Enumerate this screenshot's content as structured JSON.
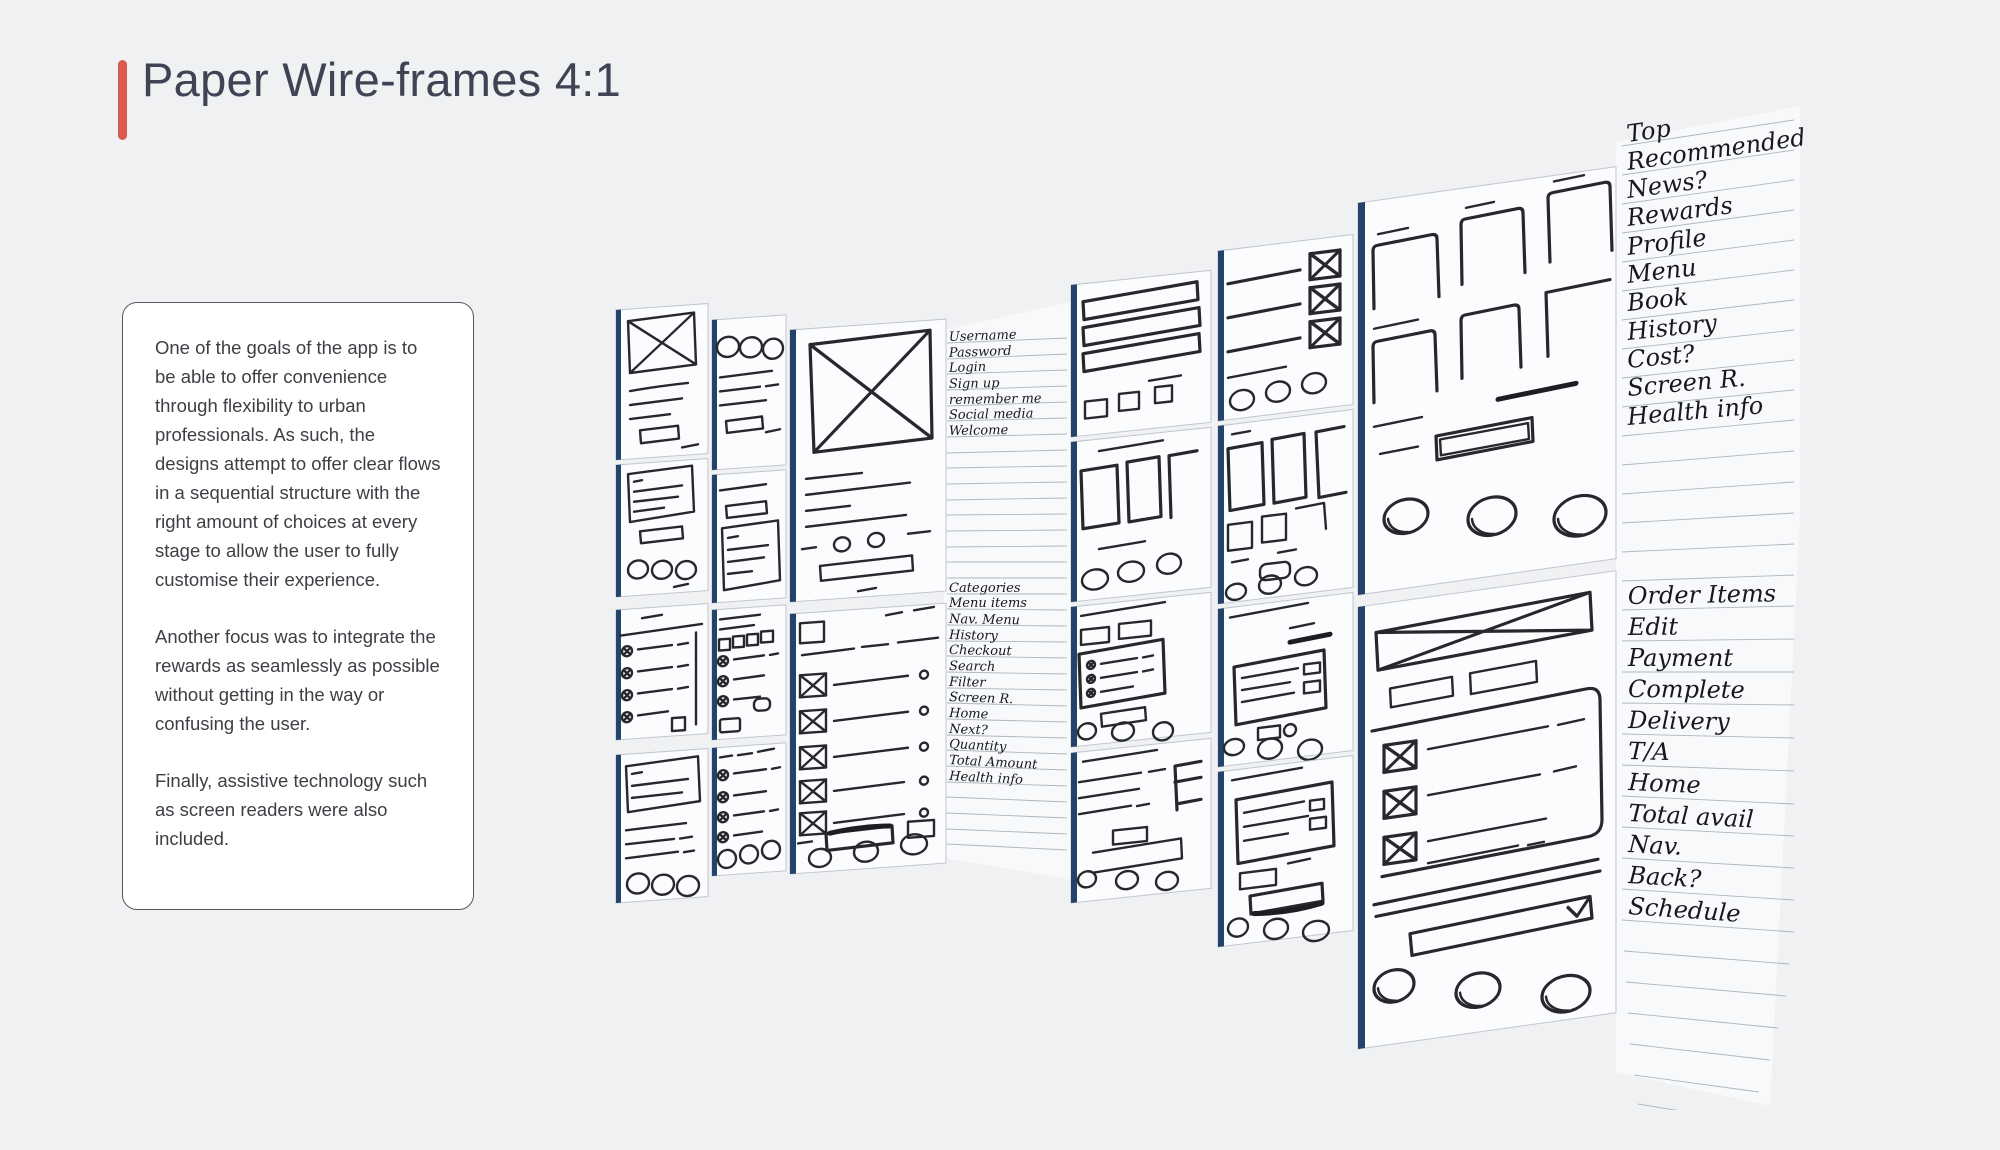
{
  "slide": {
    "title": "Paper Wire-frames 4:1",
    "accent_color": "#d95b4e",
    "description": {
      "paragraph_1": "One of the goals of the app is to be able to offer convenience through flexibility to urban professionals. As such, the designs attempt to offer clear flows in a sequential structure with the right amount of choices at every stage to allow the user to fully customise their experience.",
      "paragraph_2": "Another focus was to integrate the rewards as seamlessly as possible without getting in the way or confusing the user.",
      "paragraph_3": "Finally, assistive technology such as screen readers were also included."
    }
  },
  "photo": {
    "alt": "Photograph of hand-drawn paper wireframe sheets pinned in angled rows with handwritten notes on lined paper",
    "ink_color": "#1c1e22",
    "spine_color": "#23436b",
    "notes": {
      "login_flow": [
        "Username",
        "Password",
        "Login",
        "Sign up",
        "remember me",
        "Social media",
        "Welcome"
      ],
      "browse_flow": [
        "Categories",
        "Menu items",
        "Nav. Menu",
        "History",
        "Checkout",
        "Search",
        "Filter",
        "Screen R.",
        "Home",
        "Next?",
        "Quantity",
        "Total Amount",
        "Health info"
      ],
      "home_flow": [
        "Top",
        "Recommended",
        "News?",
        "Rewards",
        "Profile",
        "Menu",
        "Book",
        "History",
        "Cost?",
        "Screen R.",
        "Health info"
      ],
      "order_flow": [
        "Order Items",
        "Edit",
        "Payment",
        "Complete",
        "Delivery",
        "T/A",
        "Home",
        "Total avail",
        "Nav.",
        "Back?",
        "Schedule"
      ]
    }
  }
}
